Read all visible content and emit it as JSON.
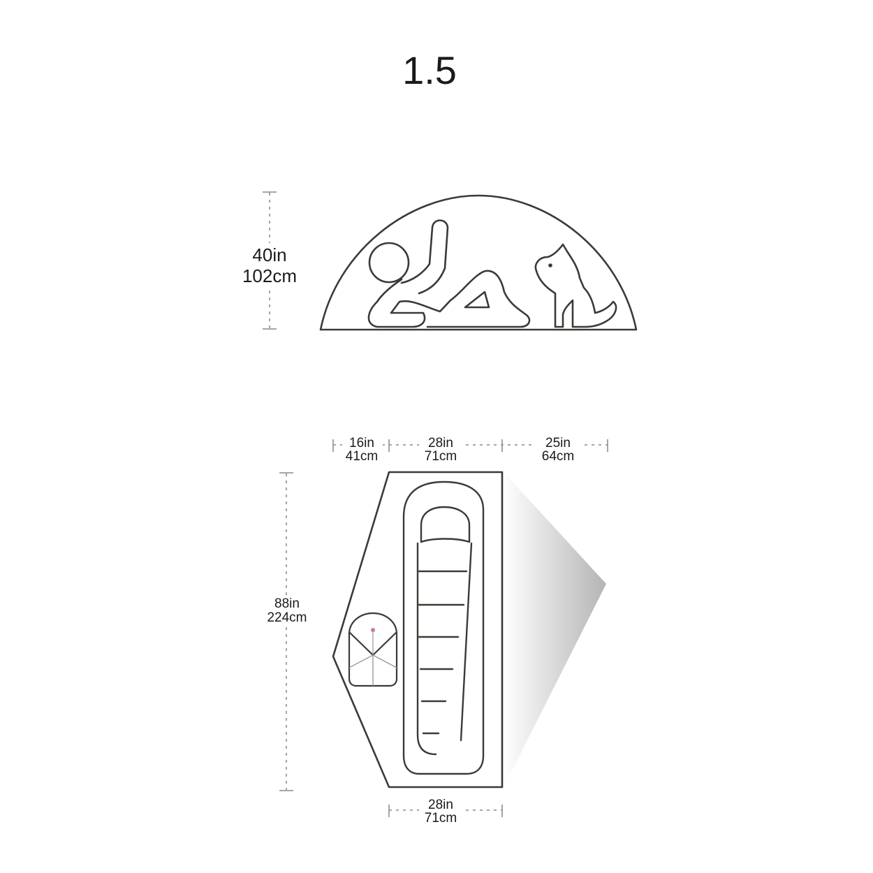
{
  "title": "1.5",
  "side_view": {
    "height_in": "40in",
    "height_cm": "102cm"
  },
  "floor_plan": {
    "top_dims": [
      {
        "in": "16in",
        "cm": "41cm"
      },
      {
        "in": "28in",
        "cm": "71cm"
      },
      {
        "in": "25in",
        "cm": "64cm"
      }
    ],
    "length_in": "88in",
    "length_cm": "224cm",
    "bottom_in": "28in",
    "bottom_cm": "71cm"
  },
  "colors": {
    "outline": "#3a3a36",
    "text": "#1a1a1a",
    "dimension_line": "#9a9a9a",
    "vestibule_dark": "#b4b4b4",
    "vestibule_light": "#ffffff"
  }
}
